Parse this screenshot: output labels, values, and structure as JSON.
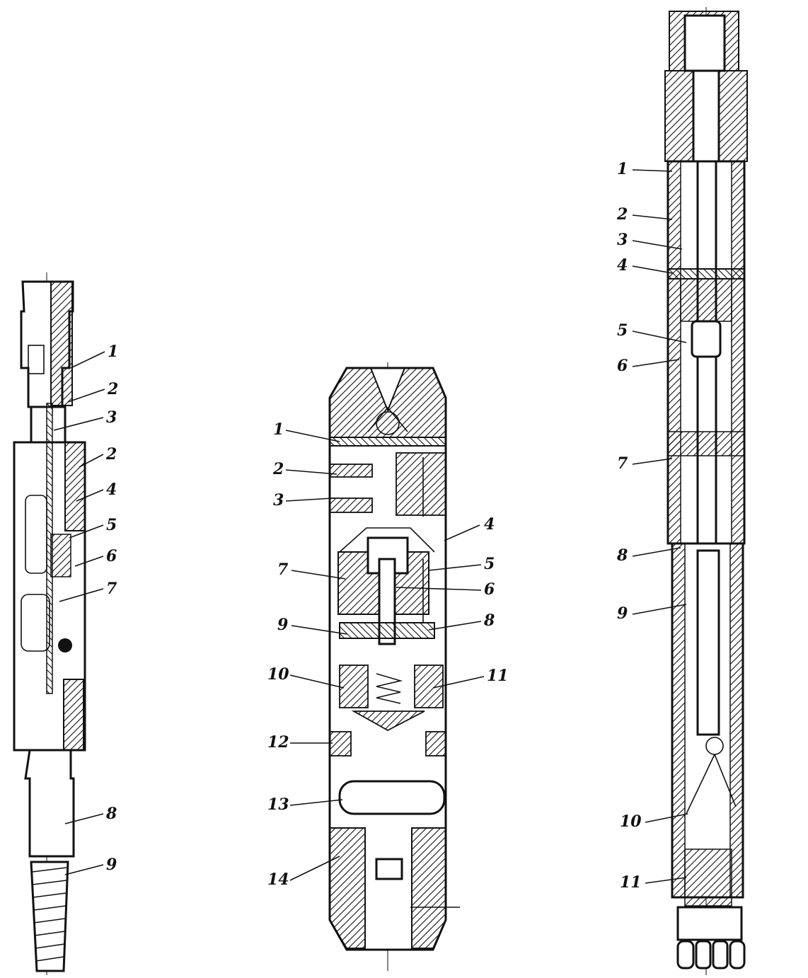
{
  "figure": {
    "left_tool": {
      "labels": [
        "1",
        "2",
        "3",
        "2",
        "4",
        "5",
        "6",
        "7",
        "8",
        "9"
      ]
    },
    "middle_tool": {
      "labels": [
        "1",
        "2",
        "3",
        "4",
        "7",
        "5",
        "6",
        "9",
        "8",
        "10",
        "11",
        "12",
        "13",
        "14"
      ]
    },
    "right_tool": {
      "labels": [
        "1",
        "2",
        "3",
        "4",
        "5",
        "6",
        "7",
        "8",
        "9",
        "10",
        "11"
      ]
    }
  }
}
